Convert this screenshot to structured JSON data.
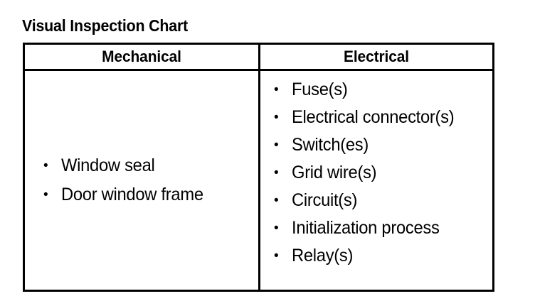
{
  "document": {
    "title": "Visual Inspection Chart",
    "bullet_glyph": "•",
    "ink_color": "#000000",
    "page_color": "#ffffff"
  },
  "table": {
    "columns": [
      {
        "header": "Mechanical",
        "items": [
          "Window seal",
          "Door window frame"
        ]
      },
      {
        "header": "Electrical",
        "items": [
          "Fuse(s)",
          "Electrical connector(s)",
          "Switch(es)",
          "Grid wire(s)",
          "Circuit(s)",
          "Initialization process",
          "Relay(s)"
        ]
      }
    ]
  }
}
